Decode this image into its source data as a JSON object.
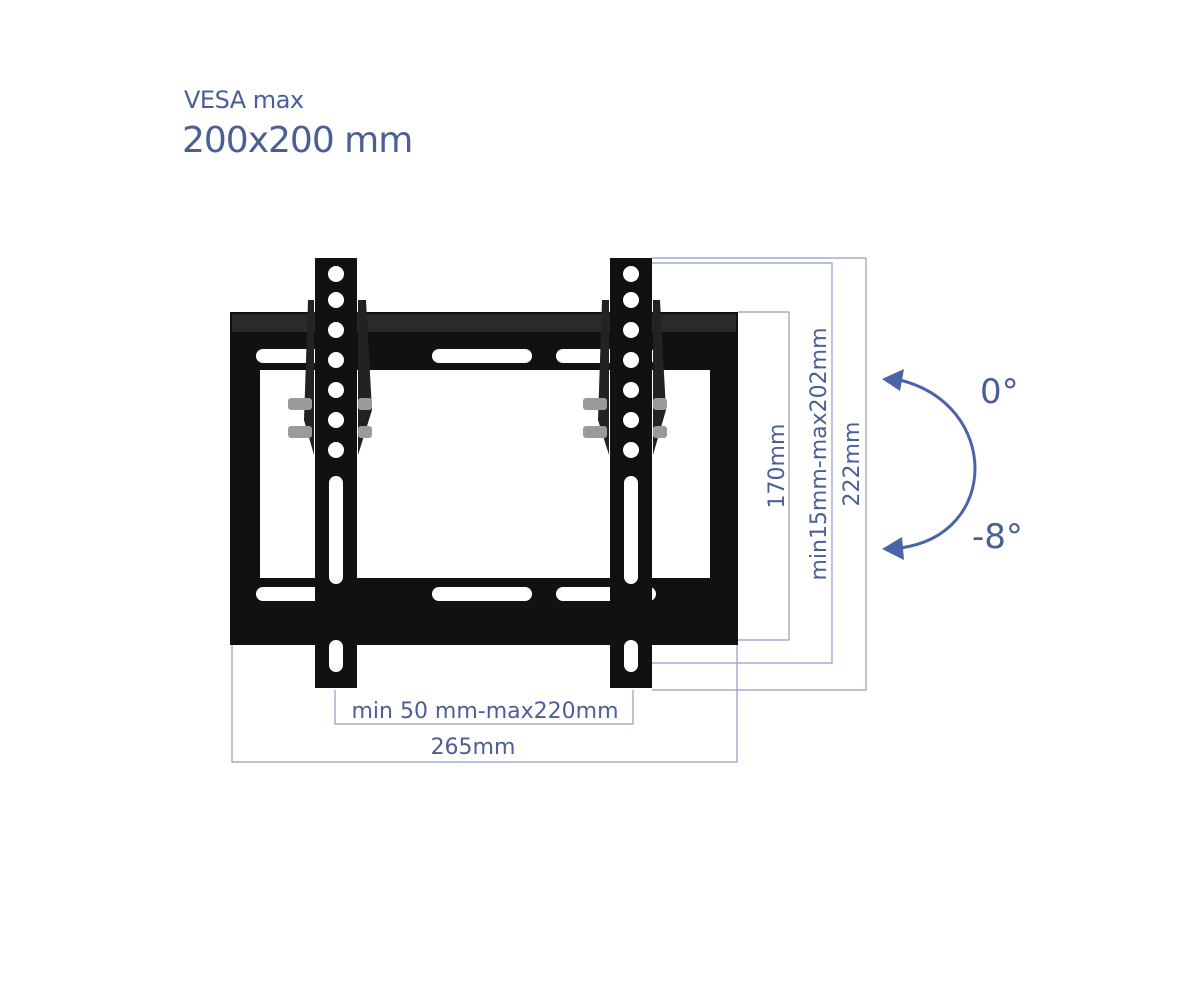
{
  "spec": {
    "vesa_label": "VESA max",
    "vesa_value": "200x200 mm"
  },
  "dimensions": {
    "width_total": "265mm",
    "width_range": "min 50 mm-max220mm",
    "height_frame": "170mm",
    "height_range": "min15mm-max202mm",
    "height_total": "222mm"
  },
  "tilt": {
    "top_angle": "0°",
    "bottom_angle": "-8°"
  },
  "colors": {
    "dimension_line": "#8f9cc4",
    "text": "#4a5f95",
    "arrow": "#4b63a8",
    "bracket": "#111111"
  }
}
